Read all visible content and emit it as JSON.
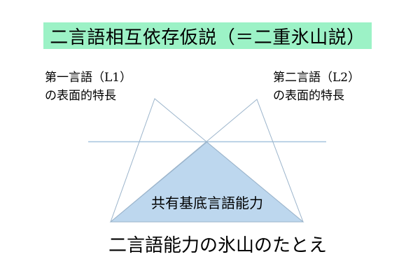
{
  "slide": {
    "title": "二言語相互依存仮説（＝二重氷山説）",
    "caption": "二言語能力の氷山のたとえ"
  },
  "labels": {
    "l1": {
      "line1": "第一言語（L1）",
      "line2": "の表面的特長"
    },
    "l2": {
      "line1": "第二言語（L2）",
      "line2": "の表面的特長"
    },
    "shared_base": "共有基底言語能力"
  },
  "colors": {
    "background": "#FFFFFF",
    "title_bg": "#9CF2C6",
    "text": "#000000",
    "iceberg_outline": "#9BB4CB",
    "iceberg_fill": "#BDD7EE",
    "waterline": "#A6C4DE"
  }
}
